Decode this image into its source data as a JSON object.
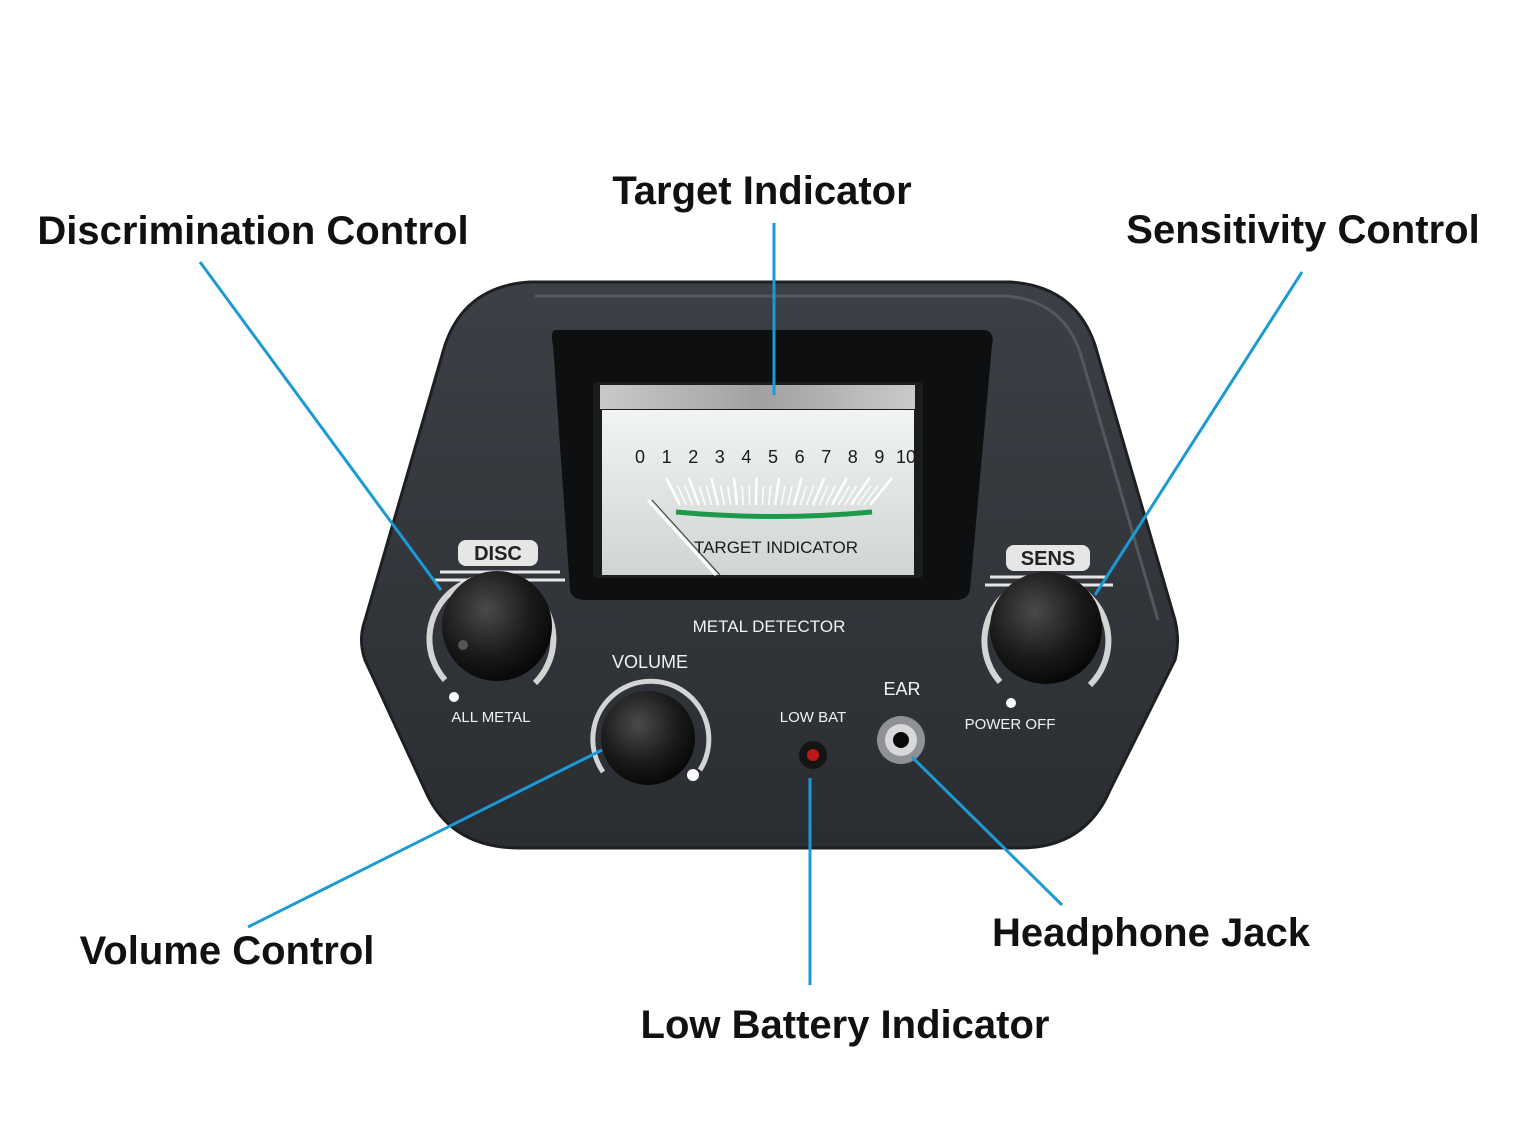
{
  "callouts": {
    "target_indicator": "Target Indicator",
    "discrimination_control": "Discrimination Control",
    "sensitivity_control": "Sensitivity Control",
    "volume_control": "Volume Control",
    "headphone_jack": "Headphone Jack",
    "low_battery_indicator": "Low Battery Indicator"
  },
  "panel": {
    "meter_scale": [
      "0",
      "1",
      "2",
      "3",
      "4",
      "5",
      "6",
      "7",
      "8",
      "9",
      "10"
    ],
    "meter_label": "TARGET INDICATOR",
    "device_label": "METAL DETECTOR",
    "disc_label": "DISC",
    "disc_min_label": "ALL METAL",
    "sens_label": "SENS",
    "sens_min_label": "POWER OFF",
    "volume_label": "VOLUME",
    "low_bat_label": "LOW BAT",
    "ear_label": "EAR"
  },
  "colors": {
    "leader_line": "#1b9ad6",
    "panel_body": "#34383d",
    "meter_face": "#dfe3e3",
    "meter_green_band": "#1f9a4a",
    "low_bat_led": "#c01818"
  }
}
